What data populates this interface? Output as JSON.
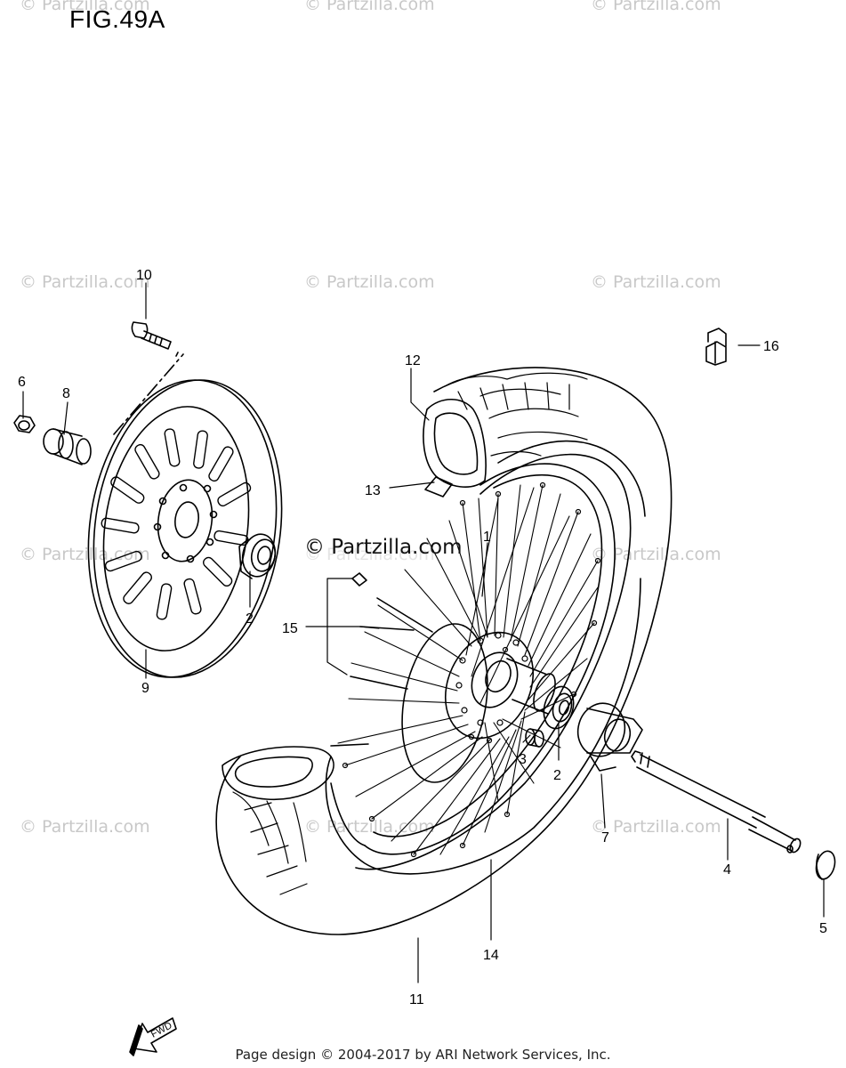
{
  "figure": {
    "title": "FIG.49A"
  },
  "watermarks": [
    {
      "id": "wm-1",
      "text": "© Partzilla.com"
    },
    {
      "id": "wm-2",
      "text": "© Partzilla.com"
    },
    {
      "id": "wm-3",
      "text": "© Partzilla.com"
    },
    {
      "id": "wm-4",
      "text": "© Partzilla.com"
    },
    {
      "id": "wm-5",
      "text": "© Partzilla.com"
    },
    {
      "id": "wm-6",
      "text": "© Partzilla.com"
    },
    {
      "id": "wm-7",
      "text": "© Partzilla.com"
    },
    {
      "id": "wm-8",
      "text": "© Partzilla.com"
    },
    {
      "id": "wm-9",
      "text": "© Partzilla.com"
    },
    {
      "id": "wm-10",
      "text": "© Partzilla.com"
    },
    {
      "id": "wm-11",
      "text": "© Partzilla.com"
    },
    {
      "id": "wm-12",
      "text": "© Partzilla.com"
    }
  ],
  "center_watermark": "© Partzilla.com",
  "callouts": {
    "c1": "1",
    "c2a": "2",
    "c2b": "2",
    "c3": "3",
    "c4": "4",
    "c5": "5",
    "c6": "6",
    "c7": "7",
    "c8": "8",
    "c9": "9",
    "c10": "10",
    "c11": "11",
    "c12": "12",
    "c13": "13",
    "c14": "14",
    "c15": "15",
    "c16": "16"
  },
  "fwd_label": "FWD",
  "footer": {
    "text": "Page design © 2004-2017 by ARI Network Services, Inc."
  }
}
